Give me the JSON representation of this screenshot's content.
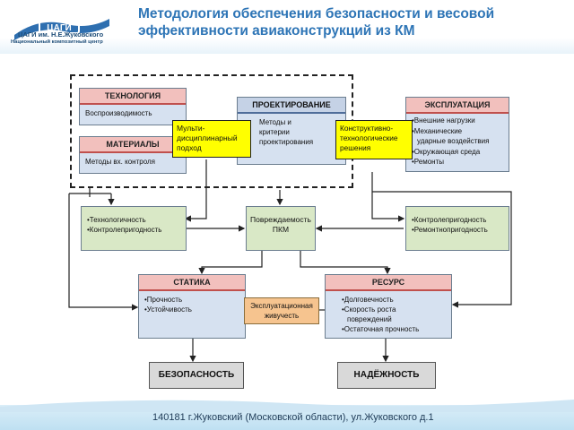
{
  "header": {
    "logo_org": "ЦАГИ им. Н.Е.Жуковского",
    "logo_sub": "Национальный композитный центр",
    "title": "Методология обеспечения безопасности и весовой эффективности авиаконструкций из КМ"
  },
  "boxes": {
    "tech": {
      "title": "ТЕХНОЛОГИЯ",
      "body": "Воспроизводимость"
    },
    "materials": {
      "title": "МАТЕРИАЛЫ",
      "body": "Методы вх. контроля"
    },
    "design": {
      "title": "ПРОЕКТИРОВАНИЕ",
      "lines": [
        "Методы и",
        "критерии",
        "проектирования"
      ]
    },
    "operation": {
      "title": "ЭКСПЛУАТАЦИЯ",
      "lines": [
        "•Внешние нагрузки",
        "•Механические",
        "ударные воздействия",
        "•Окружающая среда",
        "•Ремонты"
      ]
    },
    "multi": {
      "lines": [
        "Мульти-",
        "дисциплинарный",
        "подход"
      ]
    },
    "constructive": {
      "lines": [
        "Конструктивно-",
        "технологические",
        "решения"
      ]
    },
    "manufacturability": {
      "lines": [
        "•Технологичность",
        "•Контролепригодность"
      ]
    },
    "damage": {
      "lines": [
        "Повреждаемость",
        "ПКМ"
      ]
    },
    "inspectability": {
      "lines": [
        "•Контролепригодность",
        "•Ремонтнопригодность"
      ]
    },
    "statics": {
      "title": "СТАТИКА",
      "lines": [
        "•Прочность",
        "•Устойчивость"
      ]
    },
    "resource": {
      "title": "РЕСУРС",
      "lines": [
        "•Долговечность",
        "•Скорость роста",
        "повреждений",
        "•Остаточная прочность"
      ]
    },
    "survivability": {
      "lines": [
        "Эксплуатационная",
        "живучесть"
      ]
    },
    "safety": {
      "label": "БЕЗОПАСНОСТЬ"
    },
    "reliability": {
      "label": "НАДЁЖНОСТЬ"
    }
  },
  "footer": {
    "address": "140181 г.Жуковский (Московской области), ул.Жуковского д.1"
  },
  "colors": {
    "title": "#2e75b6",
    "red_header": "#f2c0bd",
    "box_body": "#d6e1f0",
    "green": "#d9e8c6",
    "yellow": "#ffff00",
    "orange": "#f6c48f",
    "gray": "#d9d9d9"
  }
}
